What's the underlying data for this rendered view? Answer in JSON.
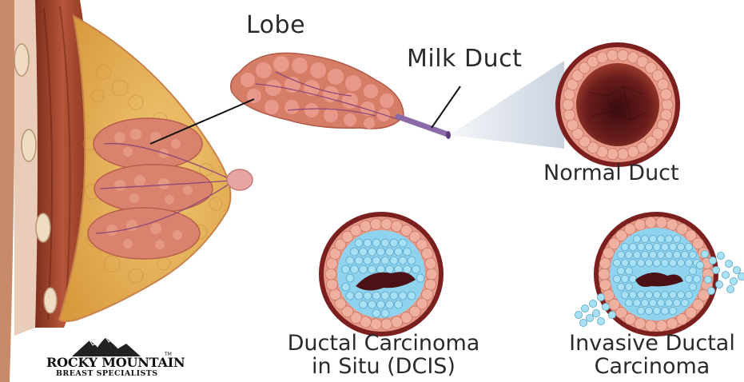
{
  "labels": {
    "lobe": "Lobe",
    "milk_duct": "Milk Duct",
    "normal_duct": "Normal Duct",
    "dcis_line1": "Ductal Carcinoma",
    "dcis_line2": "in Situ (DCIS)",
    "idc_line1": "Invasive Ductal",
    "idc_line2": "Carcinoma"
  },
  "logo": {
    "name": "ROCKY MOUNTAIN",
    "trademark": "TM",
    "subtitle": "BREAST SPECIALISTS"
  },
  "colors": {
    "fat_tissue": "#e8b45a",
    "muscle": "#a8492c",
    "lobule": "#d9826e",
    "duct_wall": "#8c2a22",
    "duct_cells": "#e89a88",
    "cancer_cells": "#8fd3ee",
    "milk_duct_tube": "#8a6aa8"
  }
}
